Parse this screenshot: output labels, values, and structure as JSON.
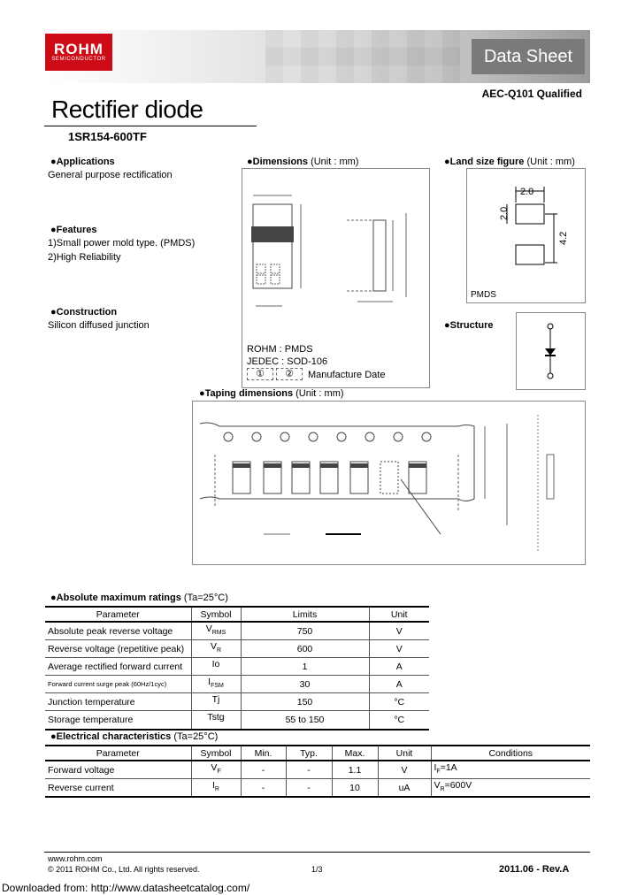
{
  "header": {
    "logo": "ROHM",
    "logo_sub": "SEMICONDUCTOR",
    "doc_type": "Data Sheet",
    "qualification": "AEC-Q101 Qualified"
  },
  "title": "Rectifier diode",
  "part_number": "1SR154-600TF",
  "applications": {
    "heading": "Applications",
    "text": "General purpose rectification"
  },
  "features": {
    "heading": "Features",
    "items": [
      "1)Small power mold type. (PMDS)",
      "2)High Reliability"
    ]
  },
  "construction": {
    "heading": "Construction",
    "text": "Silicon diffused junction"
  },
  "dimensions": {
    "heading": "Dimensions",
    "unit": "(Unit : mm)",
    "package_lines": [
      "ROHM : PMDS",
      "JEDEC : SOD-106"
    ],
    "marks": [
      "①",
      "②"
    ],
    "manufacture_date": "Manufacture Date"
  },
  "land_size": {
    "heading": "Land size figure",
    "unit": "(Unit : mm)",
    "dims": [
      "2.0",
      "2.0",
      "4.2"
    ],
    "package": "PMDS"
  },
  "structure": {
    "heading": "Structure"
  },
  "taping": {
    "heading": "Taping dimensions",
    "unit": "(Unit : mm)"
  },
  "abs_max": {
    "heading": "Absolute maximum ratings",
    "condition": "(Ta=25°C)",
    "columns": [
      "Parameter",
      "Symbol",
      "Limits",
      "Unit"
    ],
    "rows": [
      {
        "param": "Absolute peak reverse voltage",
        "sym": "V",
        "sub": "RMS",
        "limit": "750",
        "unit": "V"
      },
      {
        "param": "Reverse voltage (repetitive peak)",
        "sym": "V",
        "sub": "R",
        "limit": "600",
        "unit": "V"
      },
      {
        "param": "Average rectified forward current",
        "sym": "Io",
        "sub": "",
        "limit": "1",
        "unit": "A"
      },
      {
        "param": "Forward current surge peak (60Hz/1cyc)",
        "sym": "I",
        "sub": "FSM",
        "limit": "30",
        "unit": "A"
      },
      {
        "param": "Junction temperature",
        "sym": "Tj",
        "sub": "",
        "limit": "150",
        "unit": "°C"
      },
      {
        "param": "Storage temperature",
        "sym": "Tstg",
        "sub": "",
        "limit": "55 to   150",
        "unit": "°C"
      }
    ]
  },
  "elec": {
    "heading": "Electrical characteristics",
    "condition": "(Ta=25°C)",
    "columns": [
      "Parameter",
      "Symbol",
      "Min.",
      "Typ.",
      "Max.",
      "Unit",
      "Conditions"
    ],
    "rows": [
      {
        "param": "Forward voltage",
        "sym": "V",
        "sub": "F",
        "min": "-",
        "typ": "-",
        "max": "1.1",
        "unit": "V",
        "cond_a": "I",
        "cond_sub": "F",
        "cond_b": "=1A"
      },
      {
        "param": "Reverse current",
        "sym": "I",
        "sub": "R",
        "min": "-",
        "typ": "-",
        "max": "10",
        "unit": "uA",
        "cond_a": "V",
        "cond_sub": "R",
        "cond_b": "=600V"
      }
    ]
  },
  "footer": {
    "url": "www.rohm.com",
    "copyright": "© 2011  ROHM Co., Ltd. All rights reserved.",
    "page": "1/3",
    "revision": "2011.06 -  Rev.A",
    "watermark": "Downloaded from: http://www.datasheetcatalog.com/"
  }
}
